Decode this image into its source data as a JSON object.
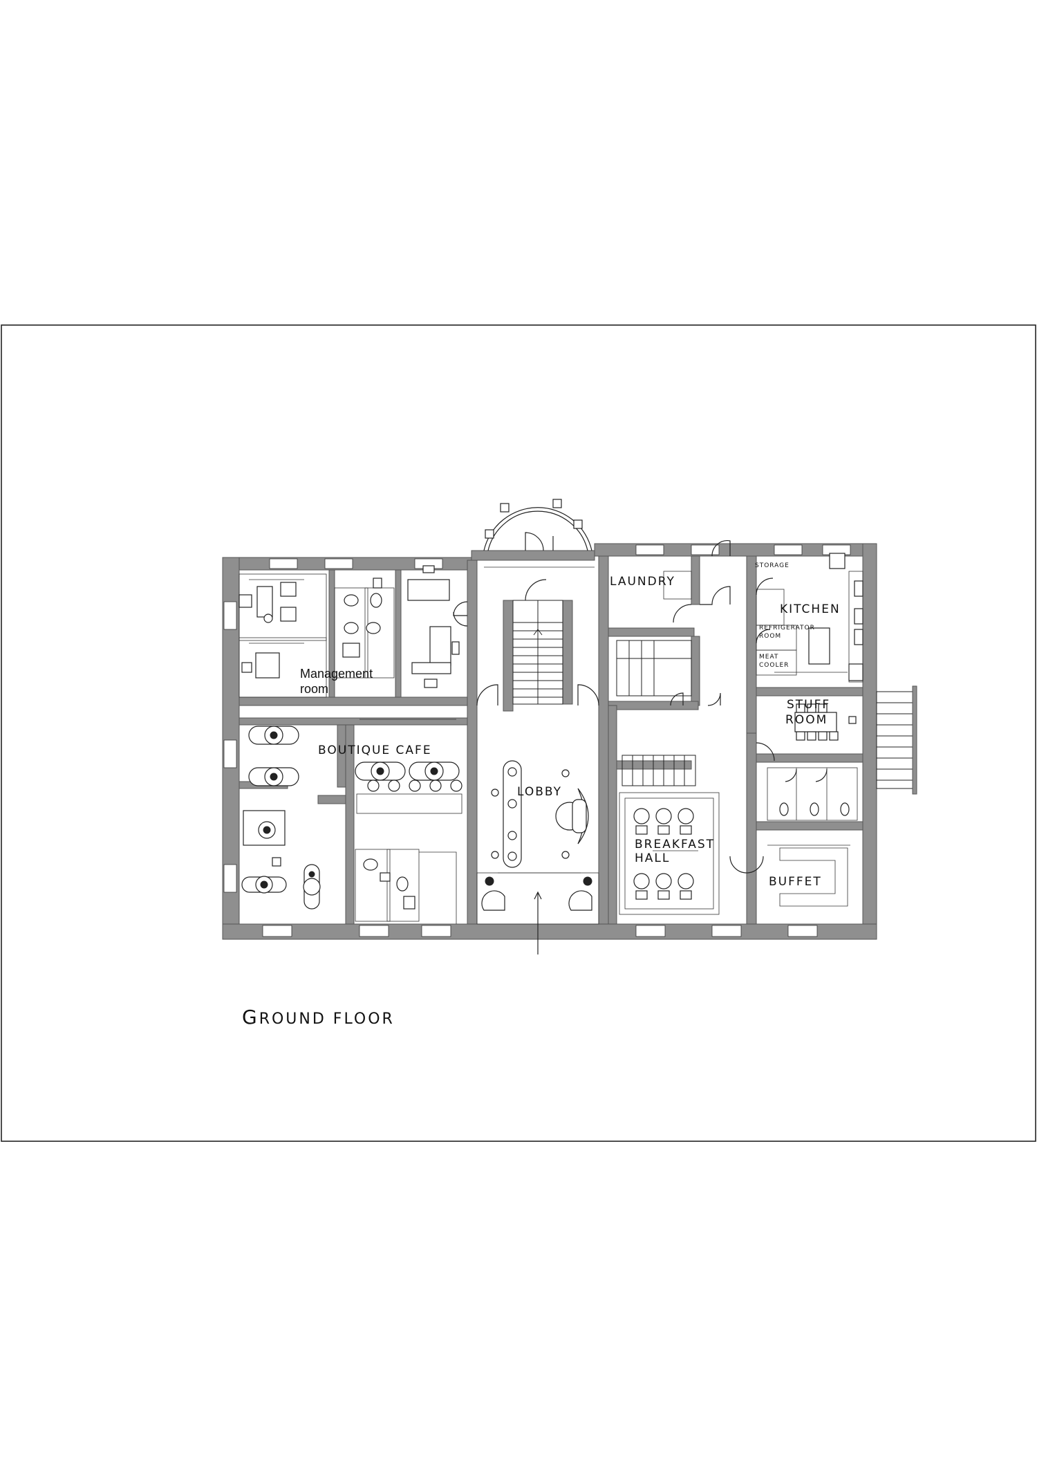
{
  "drawing": {
    "title": "Ground floor"
  },
  "rooms": {
    "management": "Management room",
    "laundry": "LAUNDRY",
    "kitchen": "KITCHEN",
    "storage": "STORAGE",
    "refrigerator": "REFRIGERATOR ROOM",
    "meat_cooler": "MEAT COOLER",
    "stuff_room_1": "STUFF",
    "stuff_room_2": "ROOM",
    "boutique_cafe": "BOUTIQUE CAFE",
    "lobby": "LOBBY",
    "breakfast_1": "BREAKFAST",
    "breakfast_2": "HALL",
    "buffet": "BUFFET"
  }
}
